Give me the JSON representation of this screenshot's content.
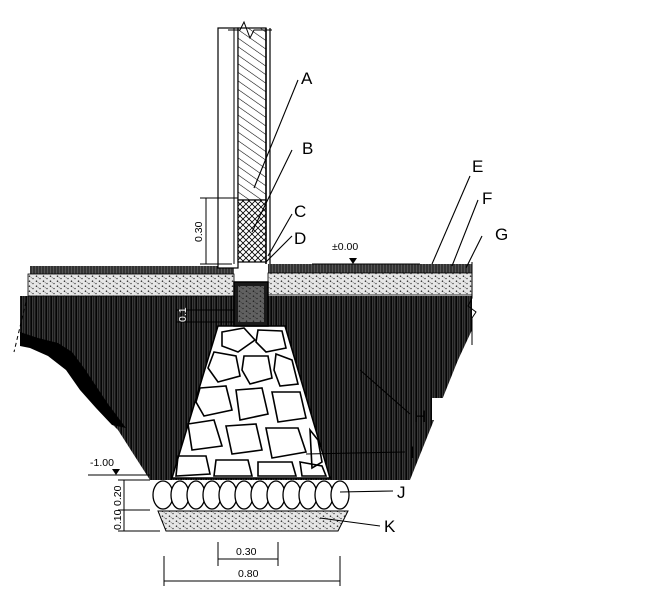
{
  "diagram": {
    "labels": [
      "A",
      "B",
      "C",
      "D",
      "E",
      "F",
      "G",
      "H",
      "I",
      "J",
      "K"
    ],
    "levels": {
      "floor": "±0.00",
      "base": "-1.00"
    },
    "dimensions": {
      "wall_height": "0.30",
      "cushion_height": "0.20",
      "bed_height": "0.10",
      "wall_width": "0.30",
      "foundation_width": "0.80",
      "tie_beam_offset": "0.1"
    }
  }
}
